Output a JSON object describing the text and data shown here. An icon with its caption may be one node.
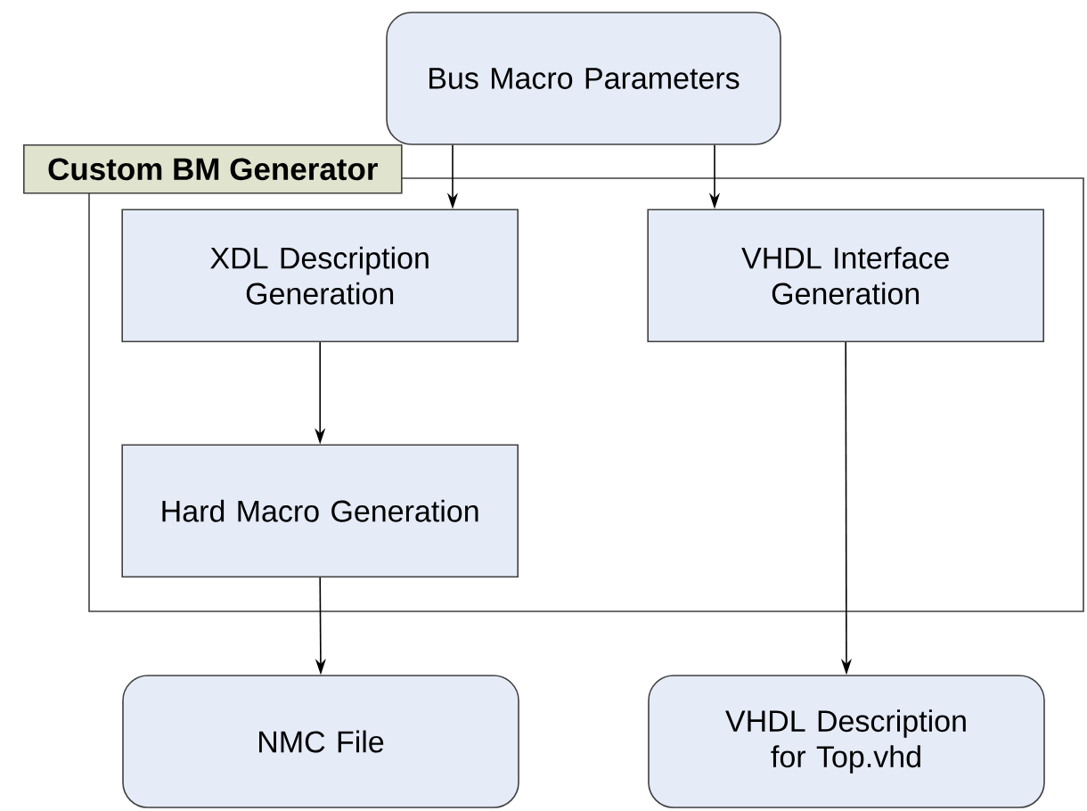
{
  "diagram": {
    "nodes": [
      {
        "text": [
          "Bus Macro Parameters"
        ]
      },
      {
        "text": [
          "Custom BM Generator"
        ]
      },
      {
        "text": [
          "XDL Description Generation"
        ],
        "in": 1
      },
      {
        "text": [
          "VHDL Interface Generation"
        ],
        "in": 1
      },
      {
        "text": [
          "Hard Macro Generation"
        ],
        "in": 1
      },
      {
        "text": [
          "NMC File"
        ]
      },
      {
        "text": [
          "VHDL Description for Top.vhd"
        ]
      }
    ],
    "edges": [
      {
        "from": 0,
        "to": 2,
        "arrow": "to"
      },
      {
        "from": 0,
        "to": 3,
        "arrow": "to"
      },
      {
        "from": 2,
        "to": 4,
        "arrow": "to"
      },
      {
        "from": 4,
        "to": 5,
        "arrow": "to"
      },
      {
        "from": 3,
        "to": 6,
        "arrow": "to"
      }
    ]
  }
}
